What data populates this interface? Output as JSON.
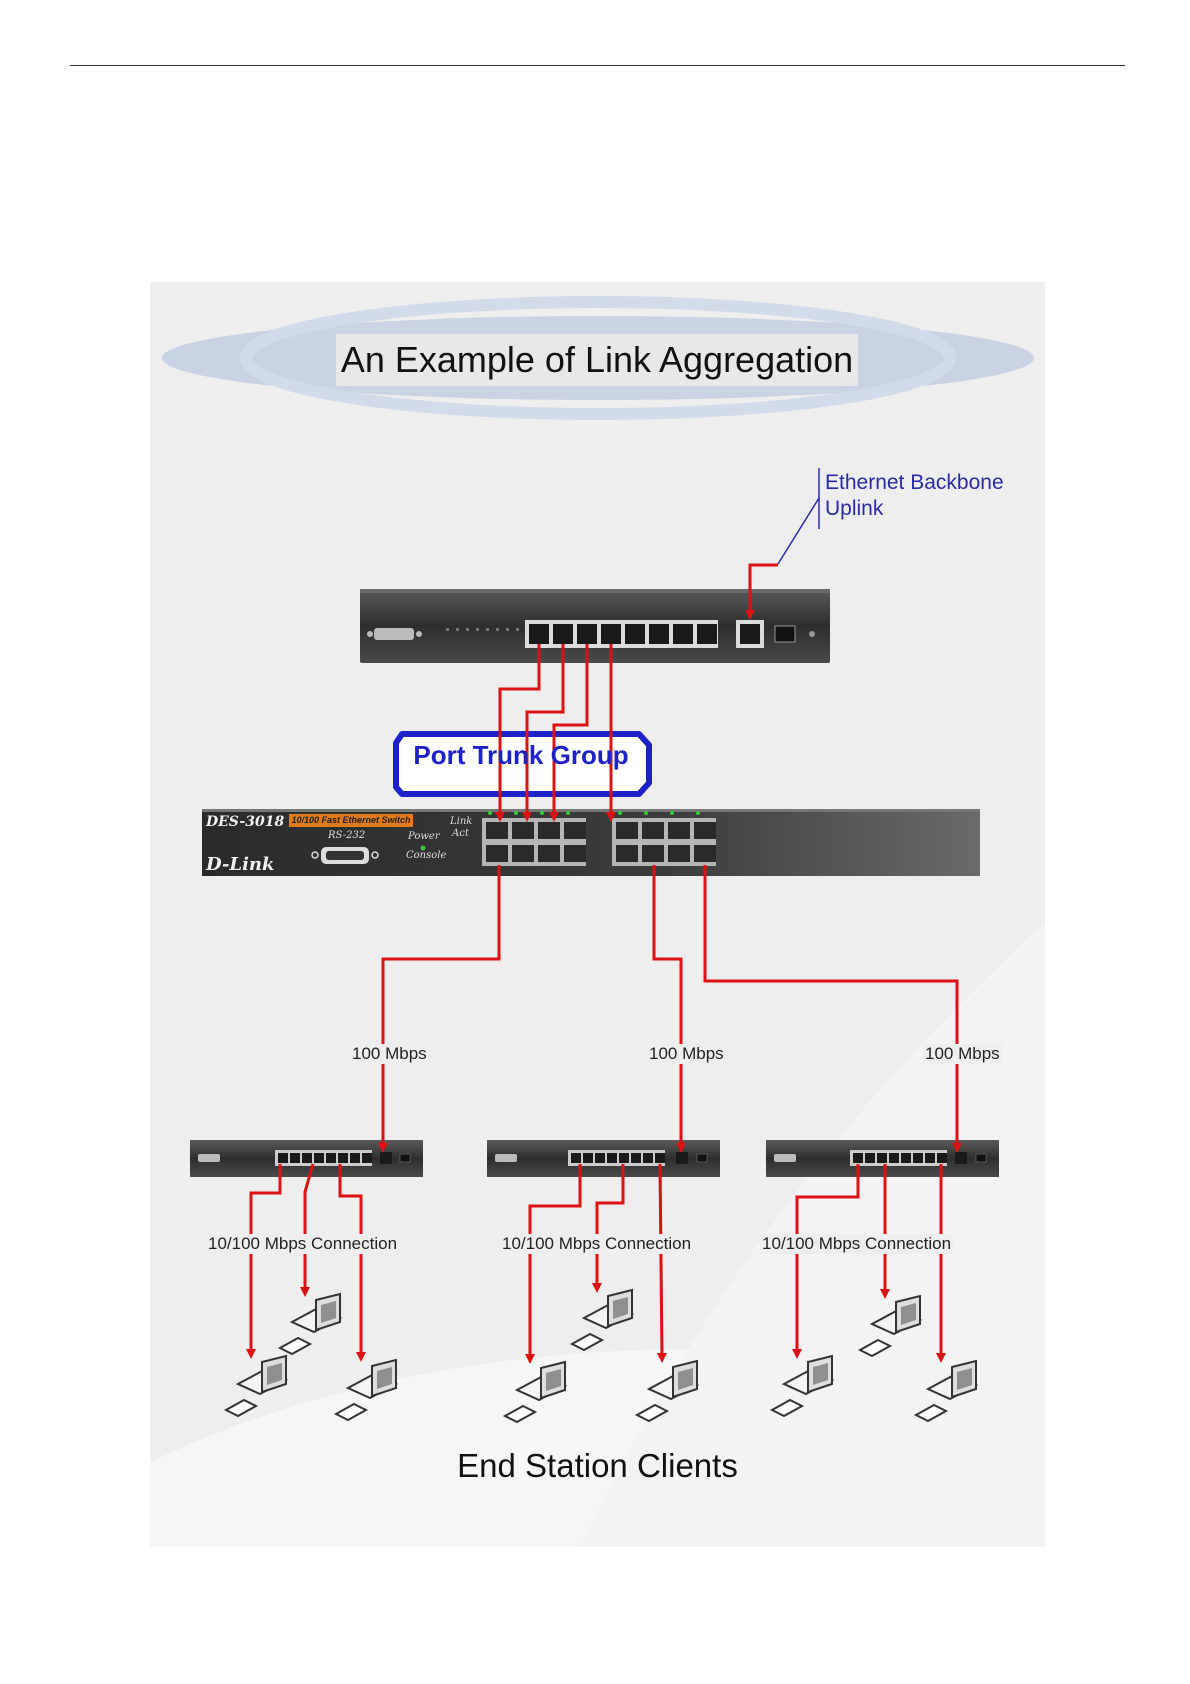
{
  "figure": {
    "title": "An Example of Link Aggregation",
    "backbone_label_line1": "Ethernet Backbone",
    "backbone_label_line2": "Uplink",
    "trunk_label": "Port Trunk Group",
    "speed_labels": [
      "100 Mbps",
      "100 Mbps",
      "100 Mbps"
    ],
    "connection_labels": [
      "10/100 Mbps Connection",
      "10/100 Mbps Connection",
      "10/100 Mbps Connection"
    ],
    "footer": "End Station Clients",
    "main_switch": {
      "model": "DES-3018",
      "description": "10/100 Fast Ethernet Switch",
      "brand": "D-Link",
      "port_label": "RS-232",
      "power_label": "Power",
      "console_label": "Console",
      "link_label": "Link",
      "act_label": "Act"
    }
  },
  "colors": {
    "link": "#dd1111",
    "trunk_outline": "#1d22c8",
    "backbone_text": "#2a2aa8",
    "banner": "#c9d3e3",
    "switch_body": "#3a3a3a"
  }
}
